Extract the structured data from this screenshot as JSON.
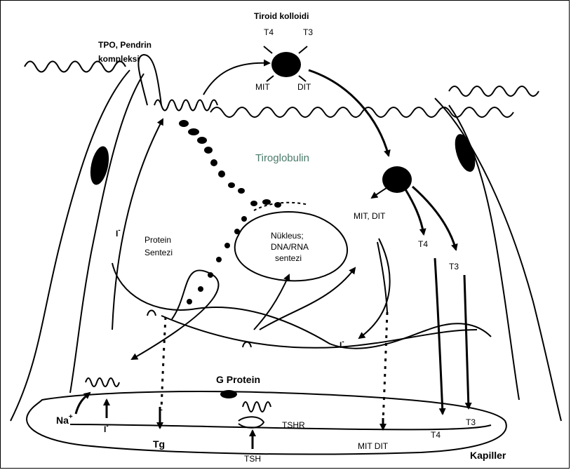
{
  "labels": {
    "colloid_title": "Tiroid kolloidi",
    "t4_top": "T4",
    "t3_top": "T3",
    "mit_top": "MIT",
    "dit_top": "DIT",
    "tpo_line1": "TPO, Pendrin",
    "tpo_line2": "kompleksi",
    "tiroglobulin": "Tiroglobulin",
    "iodide_left": "I",
    "iodide_sup": "-",
    "protein_line1": "Protein",
    "protein_line2": "Sentezi",
    "nucleus_line1": "Nükleus;",
    "nucleus_line2": "DNA/RNA",
    "nucleus_line3": "sentezi",
    "mit_dit_right": "MIT, DIT",
    "t4_right": "T4",
    "t3_right": "T3",
    "iodide_right": "I",
    "g_protein": "G Protein",
    "na": "Na",
    "na_sup": "+",
    "iodide_bottom": "I",
    "tg": "Tg",
    "tshr": "TSHR",
    "tsh": "TSH",
    "mit_dit_bottom": "MIT  DIT",
    "t4_bottom": "T4",
    "t3_bottom": "T3",
    "kapiller": "Kapiller"
  }
}
